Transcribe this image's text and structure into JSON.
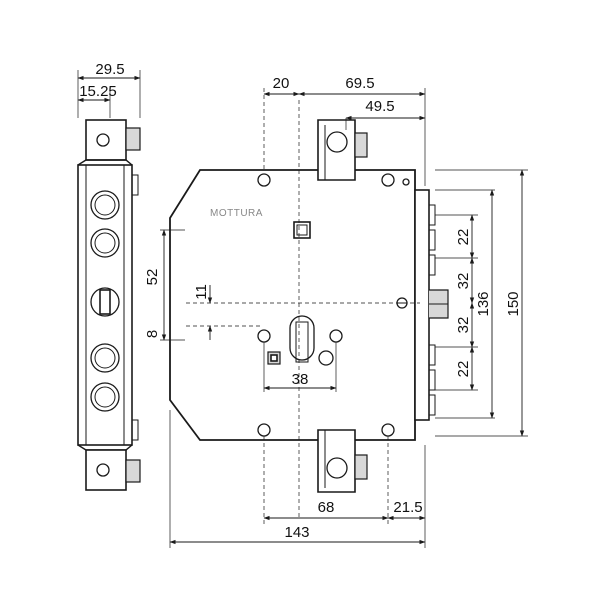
{
  "brand_label": "MOTTURA",
  "dimensions": {
    "side_total_width": "29.5",
    "side_inner_width": "15.25",
    "top_left_offset": "20",
    "top_overall": "69.5",
    "top_inner": "49.5",
    "right_22_top": "22",
    "right_32_top": "32",
    "right_32_bottom": "32",
    "right_22_bottom": "22",
    "right_136": "136",
    "right_150": "150",
    "left_52": "52",
    "left_11": "11",
    "left_8": "8",
    "cylinder_38": "38",
    "bottom_68": "68",
    "bottom_21_5": "21.5",
    "bottom_143": "143"
  }
}
